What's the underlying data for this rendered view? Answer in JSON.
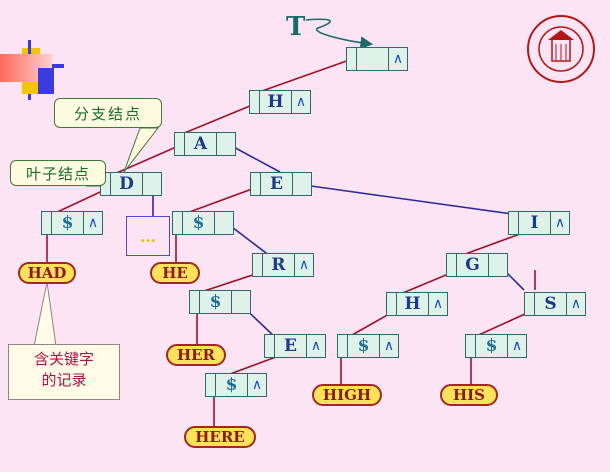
{
  "root_label": "T",
  "nodes": [
    {
      "id": "root",
      "mid": "",
      "tail": "∧"
    },
    {
      "id": "H1",
      "mid": "H",
      "tail": "∧"
    },
    {
      "id": "A",
      "mid": "A",
      "tail": ""
    },
    {
      "id": "D",
      "mid": "D",
      "tail": ""
    },
    {
      "id": "E1",
      "mid": "E",
      "tail": ""
    },
    {
      "id": "dollar_had",
      "mid": "$",
      "tail": "∧"
    },
    {
      "id": "dollar_he",
      "mid": "$",
      "tail": ""
    },
    {
      "id": "I",
      "mid": "I",
      "tail": "∧"
    },
    {
      "id": "R",
      "mid": "R",
      "tail": "∧"
    },
    {
      "id": "G",
      "mid": "G",
      "tail": ""
    },
    {
      "id": "dollar_her",
      "mid": "$",
      "tail": ""
    },
    {
      "id": "H2",
      "mid": "H",
      "tail": "∧"
    },
    {
      "id": "S",
      "mid": "S",
      "tail": "∧"
    },
    {
      "id": "E2",
      "mid": "E",
      "tail": "∧"
    },
    {
      "id": "dollar_high",
      "mid": "$",
      "tail": "∧"
    },
    {
      "id": "dollar_his",
      "mid": "$",
      "tail": "∧"
    },
    {
      "id": "dollar_here",
      "mid": "$",
      "tail": "∧"
    }
  ],
  "records": [
    "HAD",
    "HE",
    "HER",
    "HIGH",
    "HIS",
    "HERE"
  ],
  "callouts": {
    "branch": "分支结点",
    "leaf": "叶子结点",
    "record_note_line1": "含关键字",
    "record_note_line2": "的记录"
  },
  "ellipsis": "…",
  "colors": {
    "background": "#fde4f4",
    "node_fill": "#dff2ea",
    "child_edge": "#a0102a",
    "sibling_edge": "#2b2b9a",
    "record_fill": "#ffe15a"
  }
}
